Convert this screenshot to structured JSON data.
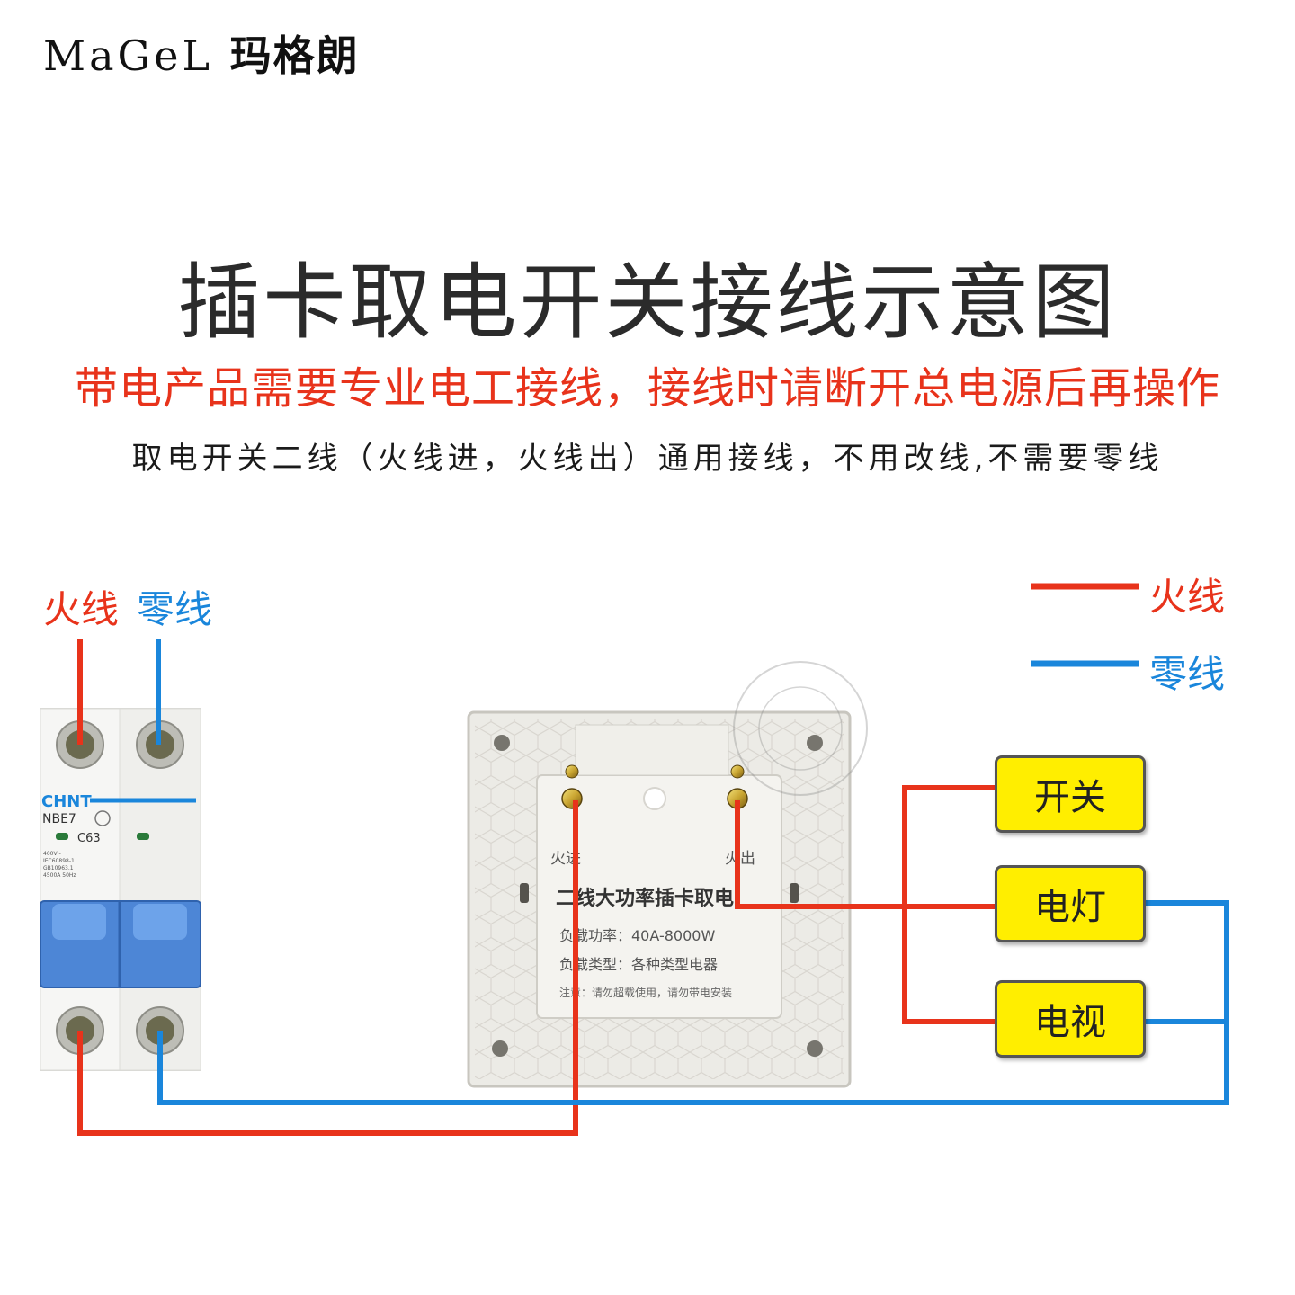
{
  "brand": {
    "latin": "MaGeL",
    "chinese": "玛格朗"
  },
  "title": "插卡取电开关接线示意图",
  "warning": "带电产品需要专业电工接线，接线时请断开总电源后再操作",
  "subtitle": "取电开关二线（火线进，火线出）通用接线，不用改线,不需要零线",
  "breaker": {
    "live_label": "火线",
    "neutral_label": "零线",
    "brand": "CHNT",
    "model": "NBE7",
    "rating": "C63",
    "specs": [
      "400V~",
      "IEC60898-1",
      "GB10963.1",
      "4500A  50Hz"
    ]
  },
  "legend": {
    "live": "火线",
    "neutral": "零线"
  },
  "switch_module": {
    "in_label": "火进",
    "out_label": "火出",
    "name": "二线大功率插卡取电",
    "power": "负载功率：40A-8000W",
    "load_type": "负载类型：各种类型电器",
    "note": "注意：请勿超载使用，请勿带电安装"
  },
  "appliances": [
    "开关",
    "电灯",
    "电视"
  ],
  "colors": {
    "live": "#e8331b",
    "neutral": "#1a86db",
    "appliance": "#ffee00"
  }
}
